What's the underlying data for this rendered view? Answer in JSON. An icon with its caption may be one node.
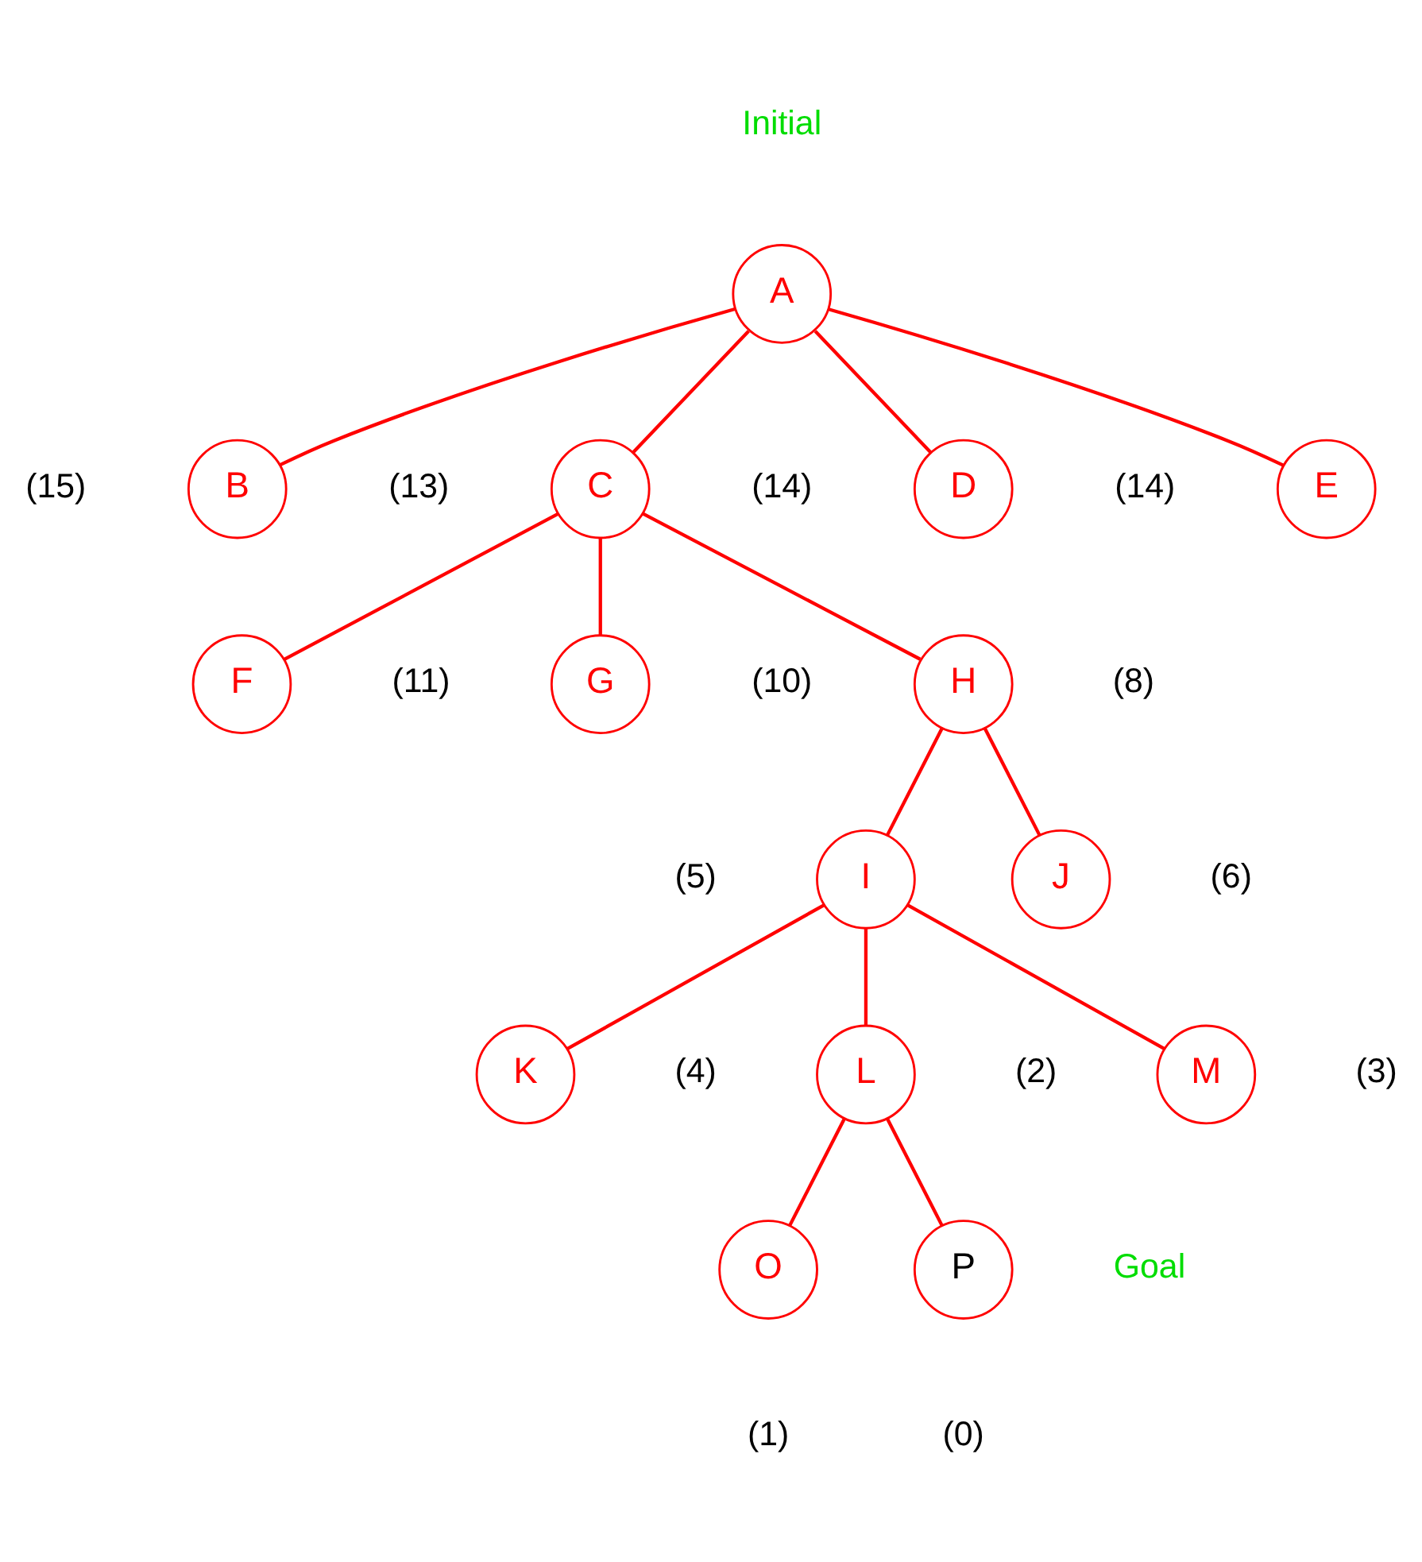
{
  "diagram": {
    "nodes": [
      {
        "text": [
          "A"
        ],
        "beside": [
          "Initial"
        ]
      },
      {
        "text": [
          "B"
        ],
        "beside": [
          "(15)"
        ]
      },
      {
        "text": [
          "C"
        ],
        "beside": [
          "(13)"
        ]
      },
      {
        "text": [
          "D"
        ],
        "beside": [
          "(14)"
        ]
      },
      {
        "text": [
          "E"
        ],
        "beside": [
          "(14)"
        ]
      },
      {
        "text": [
          "F"
        ],
        "beside": [
          "(11)"
        ]
      },
      {
        "text": [
          "G"
        ],
        "beside": [
          "(10)"
        ]
      },
      {
        "text": [
          "H"
        ],
        "beside": [
          "(8)"
        ]
      },
      {
        "text": [
          "I"
        ],
        "beside": [
          "(5)"
        ]
      },
      {
        "text": [
          "J"
        ],
        "beside": [
          "(6)"
        ]
      },
      {
        "text": [
          "K"
        ],
        "beside": [
          "(4)"
        ]
      },
      {
        "text": [
          "L"
        ],
        "beside": [
          "(2)"
        ]
      },
      {
        "text": [
          "M"
        ],
        "beside": [
          "(3)"
        ]
      },
      {
        "text": [
          "O"
        ],
        "beside": [
          "(1)"
        ]
      },
      {
        "text": [
          "P"
        ],
        "beside": [
          "Goal",
          "(0)"
        ]
      }
    ],
    "edges": [
      {
        "from": 0,
        "to": 1,
        "arrow": "none"
      },
      {
        "from": 0,
        "to": 2,
        "arrow": "none"
      },
      {
        "from": 0,
        "to": 3,
        "arrow": "none"
      },
      {
        "from": 0,
        "to": 4,
        "arrow": "none"
      },
      {
        "from": 2,
        "to": 5,
        "arrow": "none"
      },
      {
        "from": 2,
        "to": 6,
        "arrow": "none"
      },
      {
        "from": 2,
        "to": 7,
        "arrow": "none"
      },
      {
        "from": 7,
        "to": 8,
        "arrow": "none"
      },
      {
        "from": 7,
        "to": 9,
        "arrow": "none"
      },
      {
        "from": 8,
        "to": 10,
        "arrow": "none"
      },
      {
        "from": 8,
        "to": 11,
        "arrow": "none"
      },
      {
        "from": 8,
        "to": 12,
        "arrow": "none"
      },
      {
        "from": 11,
        "to": 13,
        "arrow": "none"
      },
      {
        "from": 11,
        "to": 14,
        "arrow": "none"
      }
    ]
  }
}
